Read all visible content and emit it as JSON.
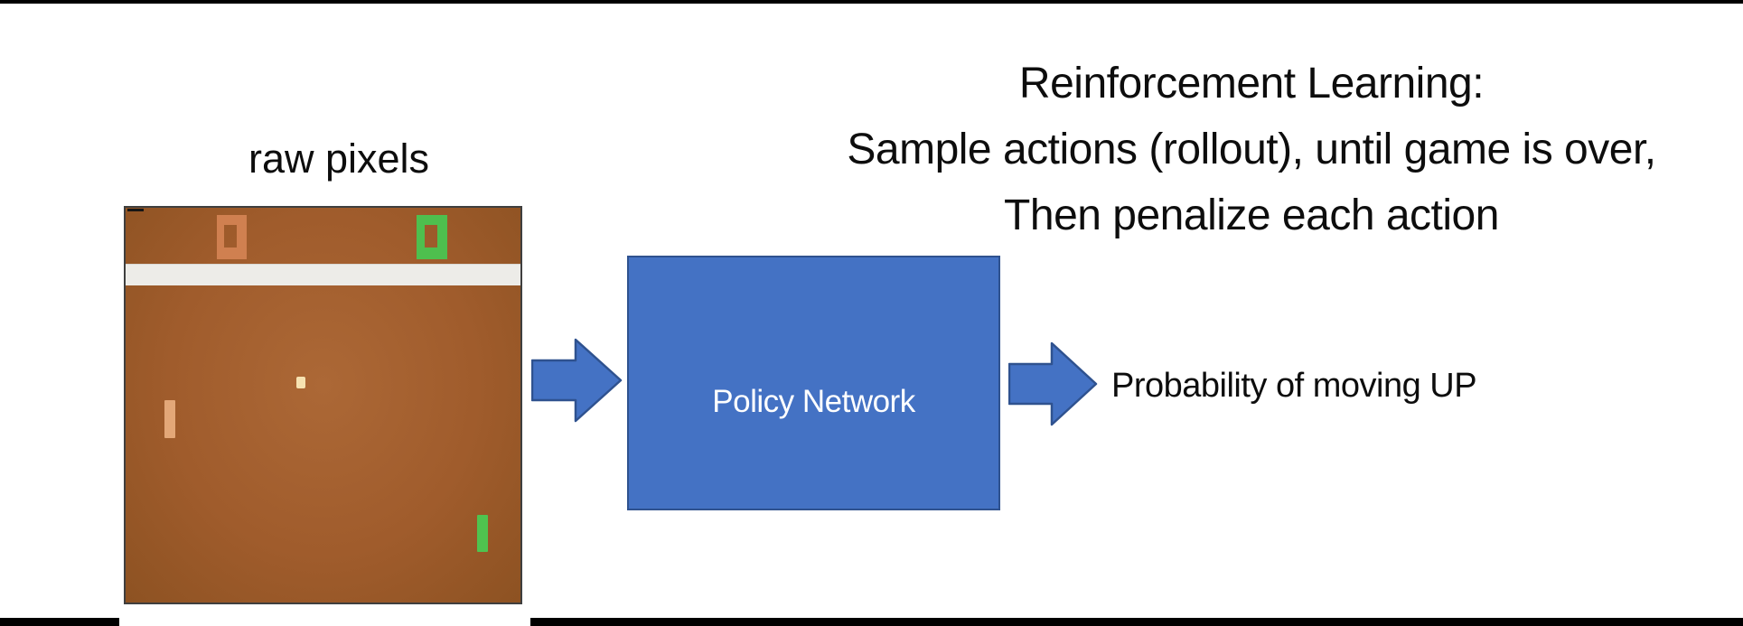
{
  "slide": {
    "title": {
      "lines": [
        "Reinforcement Learning:",
        "Sample actions (rollout), until game is over,",
        "Then penalize each action"
      ]
    },
    "figure": {
      "label": "raw pixels",
      "left_score": "0",
      "right_score": "0"
    },
    "policy_box": {
      "label": "Policy Network"
    },
    "output": {
      "label": "Probability of moving UP"
    }
  },
  "colors": {
    "box_fill": "#4472c4",
    "box_border": "#2f528f",
    "arrow_fill": "#4472c4",
    "arrow_border": "#2f528f",
    "game_field_brown": "#a05c2c",
    "game_border": "#3f3f3f",
    "score_left_orange": "#d08050",
    "score_right_green": "#4ebf4e",
    "paddle_left_tan": "#e3a778",
    "paddle_right_green": "#4fc34f",
    "ball_cream": "#f6e2b1",
    "white_band": "#edece8",
    "edge_bars": "#000000",
    "title_text": "#0d0d0d",
    "box_text": "#ffffff"
  }
}
